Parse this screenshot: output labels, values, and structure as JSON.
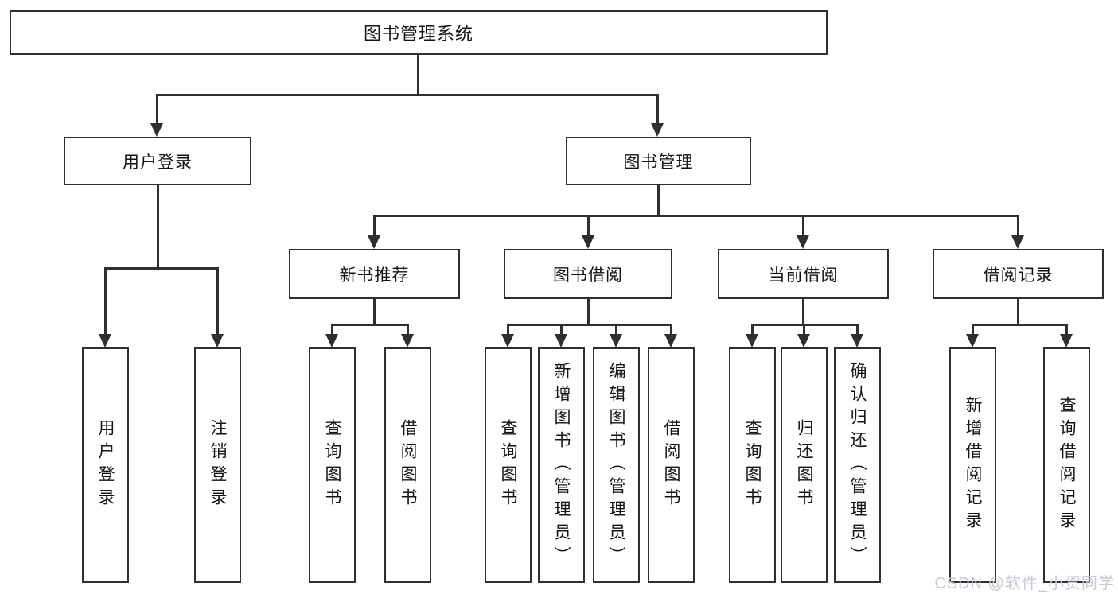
{
  "diagram": {
    "title": "图书管理系统",
    "root_label": "图书管理系统",
    "nodes": {
      "user_login": "用户登录",
      "book_management": "图书管理",
      "new_book_recommend": "新书推荐",
      "book_borrow": "图书借阅",
      "current_borrow": "当前借阅",
      "borrow_record": "借阅记录"
    },
    "leaves": {
      "user_login": [
        "用户登录",
        "注销登录"
      ],
      "new_book_recommend": [
        "查询图书",
        "借阅图书"
      ],
      "book_borrow": [
        "查询图书",
        "新增图书（管理员）",
        "编辑图书（管理员）",
        "借阅图书"
      ],
      "current_borrow": [
        "查询图书",
        "归还图书",
        "确认归还（管理员）"
      ],
      "borrow_record": [
        "新增借阅记录",
        "查询借阅记录"
      ]
    }
  },
  "watermark": "CSDN @软件_小贺同学",
  "colors": {
    "line": "#2f2f2f",
    "text": "#141414",
    "watermark": "#c9c9d2",
    "background": "#ffffff"
  }
}
